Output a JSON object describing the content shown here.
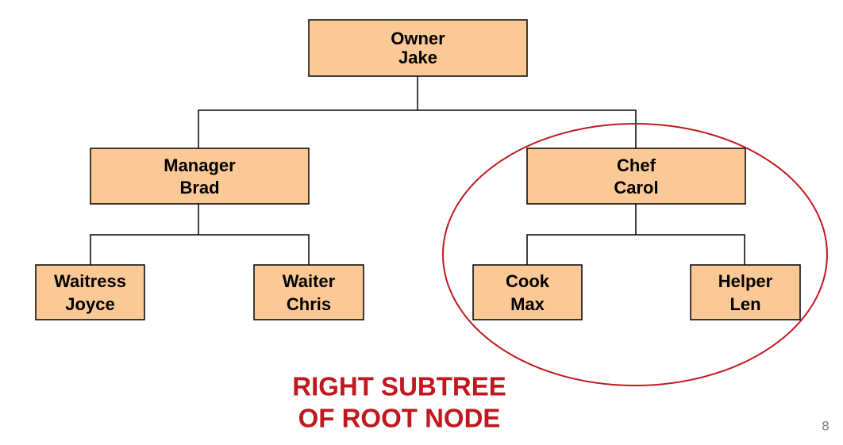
{
  "colors": {
    "node_fill": "#fbc996",
    "node_border": "#000000",
    "connector": "#000000",
    "highlight": "#c0181e"
  },
  "nodes": {
    "owner": {
      "line1": "Owner",
      "line2": "Jake"
    },
    "manager": {
      "line1": "Manager",
      "line2": "Brad"
    },
    "chef": {
      "line1": "Chef",
      "line2": "Carol"
    },
    "waitress": {
      "line1": "Waitress",
      "line2": "Joyce"
    },
    "waiter": {
      "line1": "Waiter",
      "line2": "Chris"
    },
    "cook": {
      "line1": "Cook",
      "line2": "Max"
    },
    "helper": {
      "line1": "Helper",
      "line2": "Len"
    }
  },
  "caption": {
    "line1": "RIGHT SUBTREE",
    "line2": "OF ROOT NODE"
  },
  "page_number": "8"
}
